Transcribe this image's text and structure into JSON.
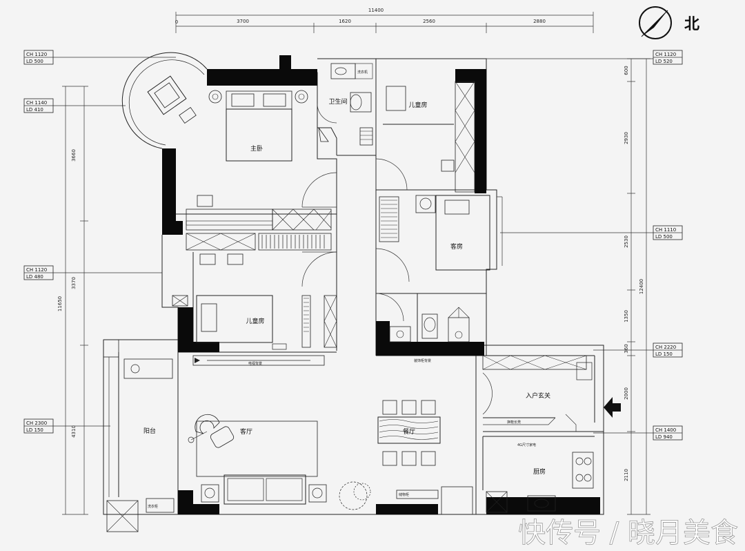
{
  "dimensions": {
    "top_total": "11400",
    "top_segments": [
      "3700",
      "1620",
      "2560",
      "2880"
    ],
    "top_start": "0",
    "right": [
      "600",
      "2930",
      "2530",
      "12400",
      "1350",
      "360",
      "2000",
      "2110"
    ],
    "left": [
      "3660",
      "3370",
      "11650",
      "4310"
    ]
  },
  "north_label": "北",
  "rooms": {
    "master_bedroom": "主卧",
    "bathroom": "卫生间",
    "kids_room_1": "儿童房",
    "guest_room": "客房",
    "kids_room_2": "儿童房",
    "balcony": "阳台",
    "living_room": "客厅",
    "dining_room": "餐厅",
    "entrance": "入户玄关",
    "kitchen": "厨房"
  },
  "level_tags": [
    {
      "ch": "CH 1120",
      "ld": "LD 500"
    },
    {
      "ch": "CH 1140",
      "ld": "LD 410"
    },
    {
      "ch": "CH 1120",
      "ld": "LD 480"
    },
    {
      "ch": "CH 2300",
      "ld": "LD 150"
    },
    {
      "ch": "CH 1120",
      "ld": "LD 520"
    },
    {
      "ch": "CH 1110",
      "ld": "LD 500"
    },
    {
      "ch": "CH 2220",
      "ld": "LD 150"
    },
    {
      "ch": "CH 1400",
      "ld": "LD 940"
    }
  ],
  "watermark": "快传号 / 晓月美食",
  "colors": {
    "wall": "#0a0a0a",
    "line": "#222222",
    "background": "#f4f4f4"
  }
}
